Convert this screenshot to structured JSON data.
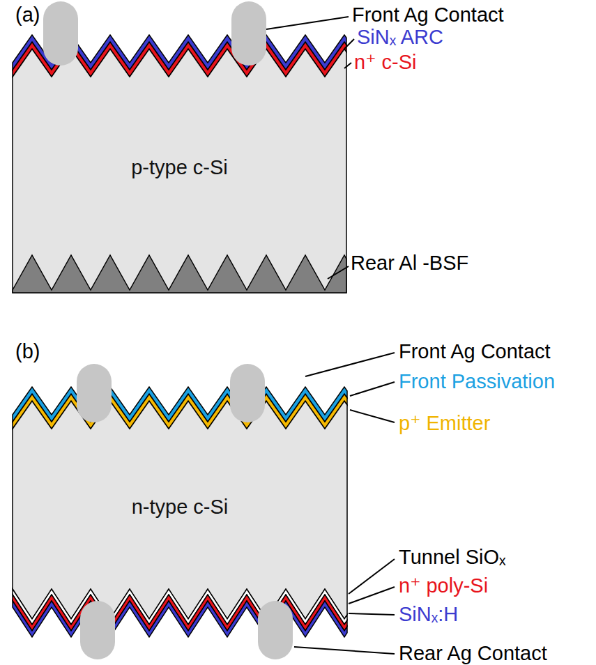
{
  "diagram": {
    "nodes": [
      {
        "text": [
          "p-type c-Si"
        ]
      },
      {
        "text": [
          "n-type c-Si"
        ]
      }
    ],
    "labels": [
      "(a)",
      "Front Ag Contact",
      "SiNₓ ARC",
      "n⁺ c-Si",
      "Rear Al -BSF",
      "(b)",
      "Front Ag Contact",
      "Front Passivation",
      "p⁺ Emitter",
      "Tunnel SiOₓ",
      "n⁺ poly-Si",
      "SiNₓ:H",
      "Rear Ag Contact"
    ]
  }
}
